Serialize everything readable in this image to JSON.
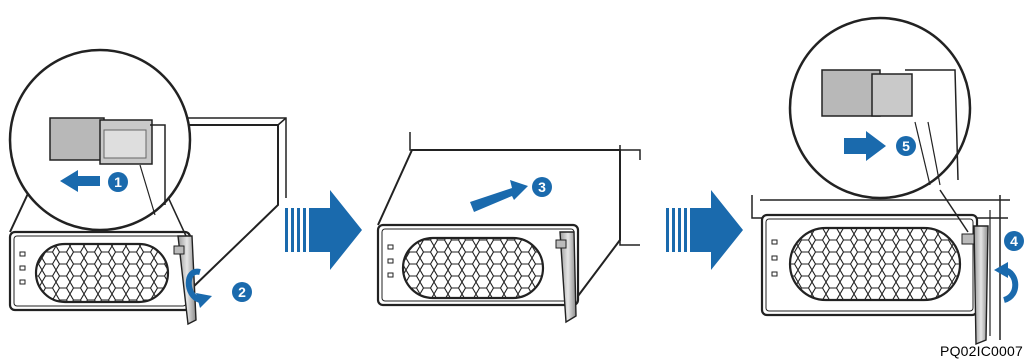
{
  "figure_code": "PQ02IC0007",
  "accent_color": "#1a6aad",
  "steps": [
    {
      "number": "1",
      "icon": "arrow-left-icon"
    },
    {
      "number": "2",
      "icon": "rotate-down-icon"
    },
    {
      "number": "3",
      "icon": "arrow-push-in-icon"
    },
    {
      "number": "4",
      "icon": "rotate-up-icon"
    },
    {
      "number": "5",
      "icon": "arrow-right-icon"
    }
  ]
}
